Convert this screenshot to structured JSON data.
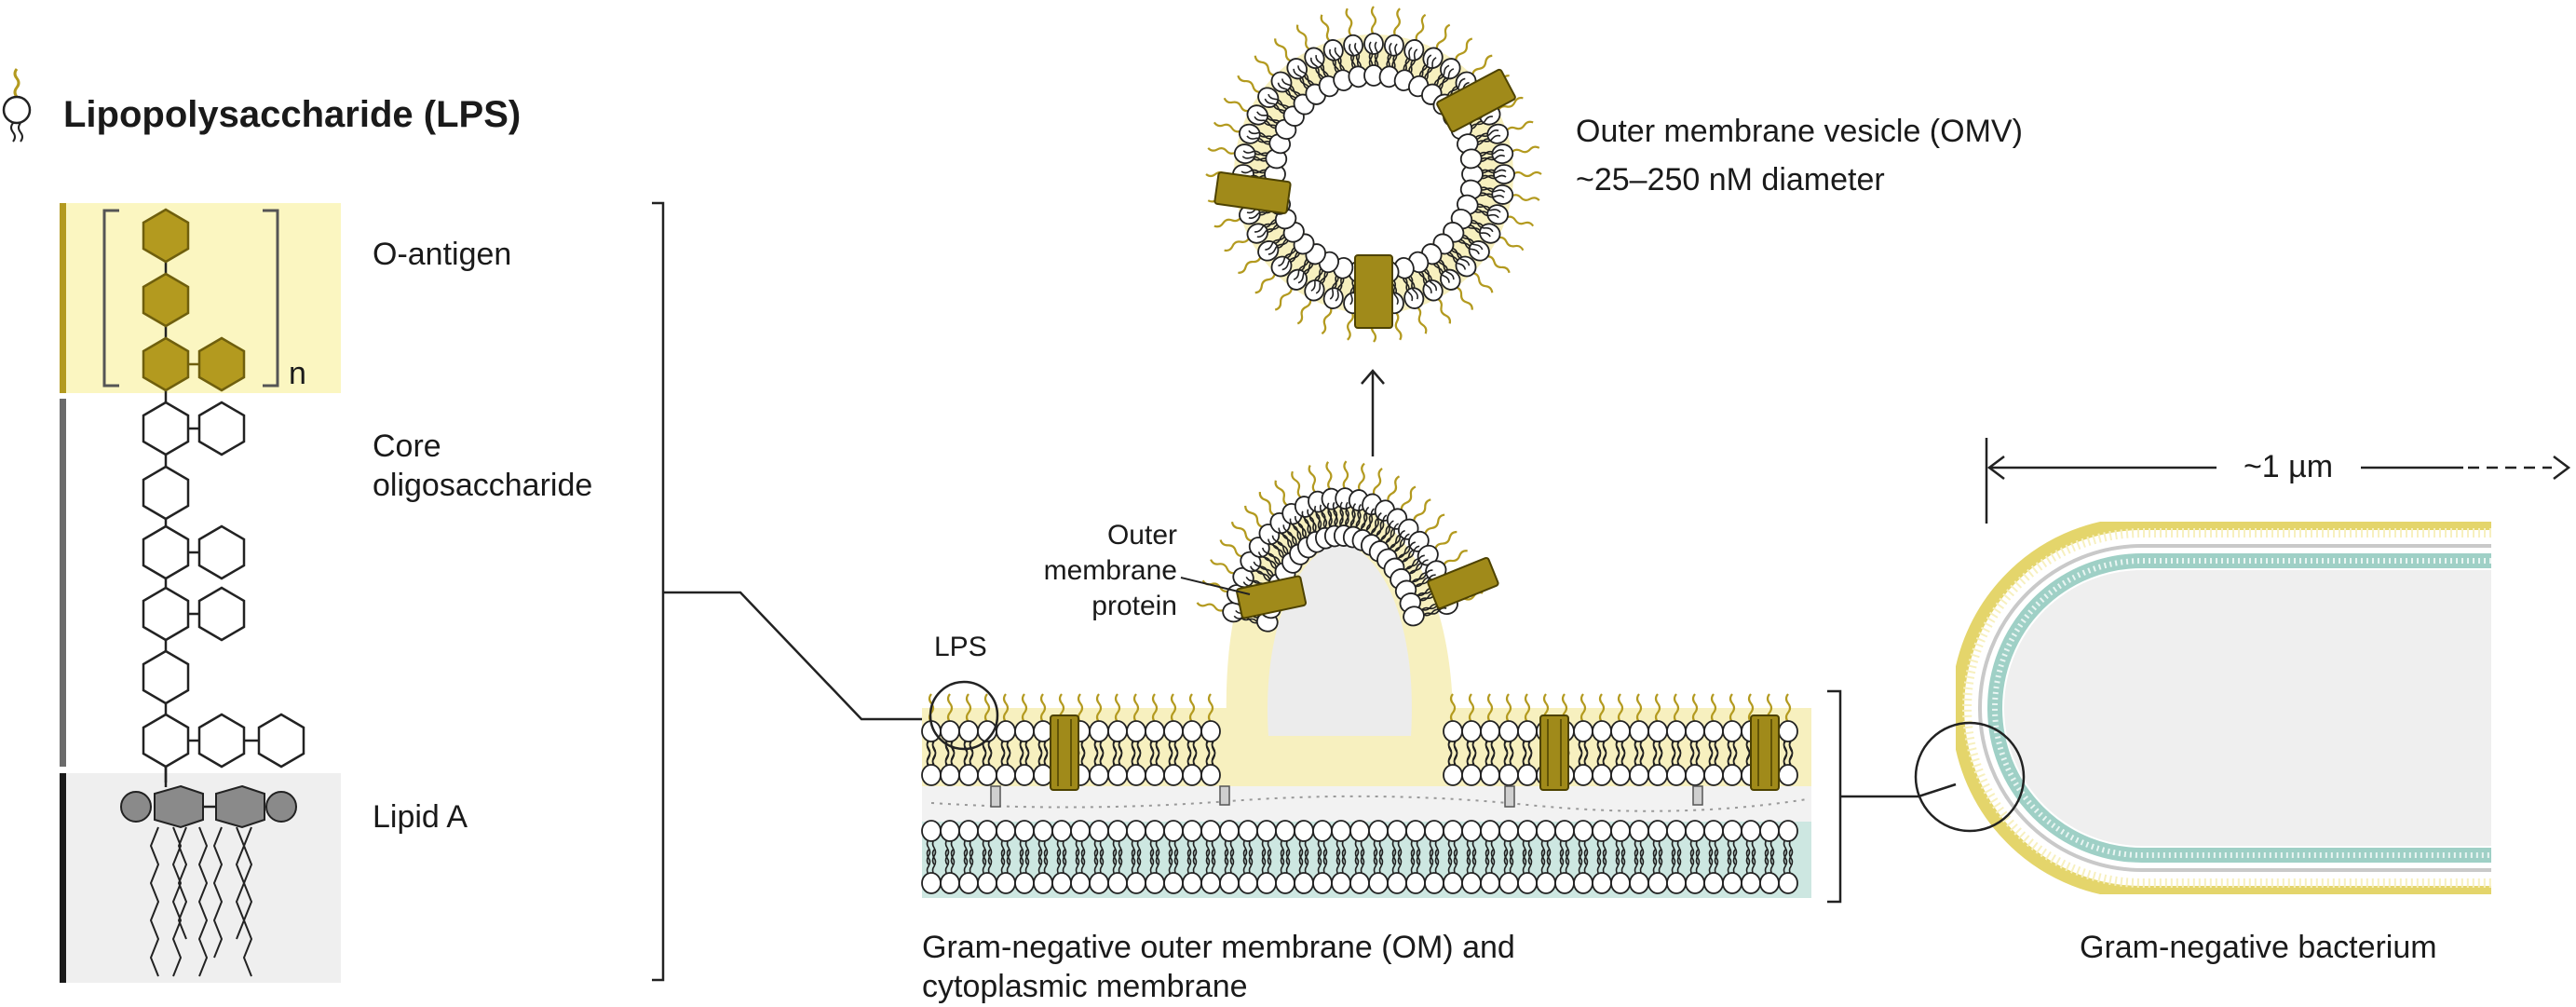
{
  "legend": {
    "title": "Lipopolysaccharide (LPS)",
    "icon": "lps-molecule-icon"
  },
  "lps_structure": {
    "o_antigen": "O-antigen",
    "repeat_subscript": "n",
    "core_line1": "Core",
    "core_line2": "oligosaccharide",
    "lipid_a": "Lipid A"
  },
  "omv": {
    "line1": "Outer membrane vesicle (OMV)",
    "line2": "~25–250 nM diameter"
  },
  "membrane": {
    "omp_line1": "Outer",
    "omp_line2": "membrane",
    "omp_line3": "protein",
    "lps_callout": "LPS",
    "caption_line1": "Gram-negative outer membrane (OM) and",
    "caption_line2": "cytoplasmic membrane"
  },
  "bacterium": {
    "scale": "~1 µm",
    "caption": "Gram-negative bacterium"
  },
  "colors": {
    "o_antigen_fill": "#b39a1f",
    "o_antigen_band": "#fbf6c1",
    "lipid_a_band": "#efefef",
    "outer_leaflet": "#f7f0bf",
    "inner_leaflet": "#cde7e1",
    "protein": "#a08a1a",
    "accent_bar": "#b39a1f",
    "core_bar": "#6b6b6b",
    "lipid_bar": "#1a1a1a"
  }
}
